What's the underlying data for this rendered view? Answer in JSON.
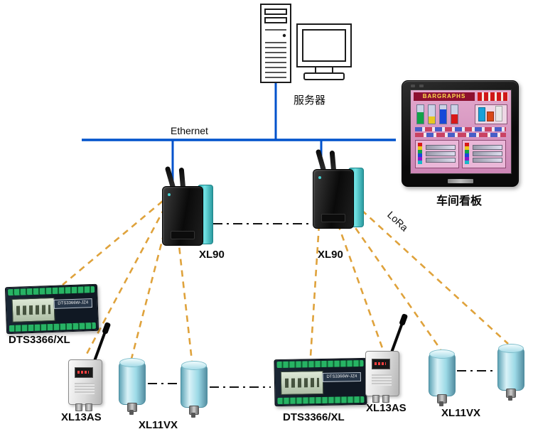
{
  "labels": {
    "server": "服务器",
    "ethernet": "Ethernet",
    "lora": "LoRa",
    "panel": "车间看板",
    "gateway_left": "XL90",
    "gateway_right": "XL90",
    "meter_left": "DTS3366/XL",
    "meter_center": "DTS3366/XL",
    "sensor_left": "XL13AS",
    "sensor_right": "XL13AS",
    "transmitter_left": "XL11VX",
    "transmitter_right": "XL11VX"
  },
  "panel": {
    "screen_title": "BARGRAPHS"
  },
  "meter": {
    "model_text": "DTS3366W-JZ4"
  },
  "colors": {
    "ethernet_line": "#0052cc",
    "lora_line": "#dfa23b",
    "continuation_line": "#121212",
    "gateway_plate_teal": "#3fc0c4",
    "transmitter_cyan": "#9bd9e6",
    "meter_green": "#27b364",
    "screen_pink": "#dd9cc8"
  }
}
